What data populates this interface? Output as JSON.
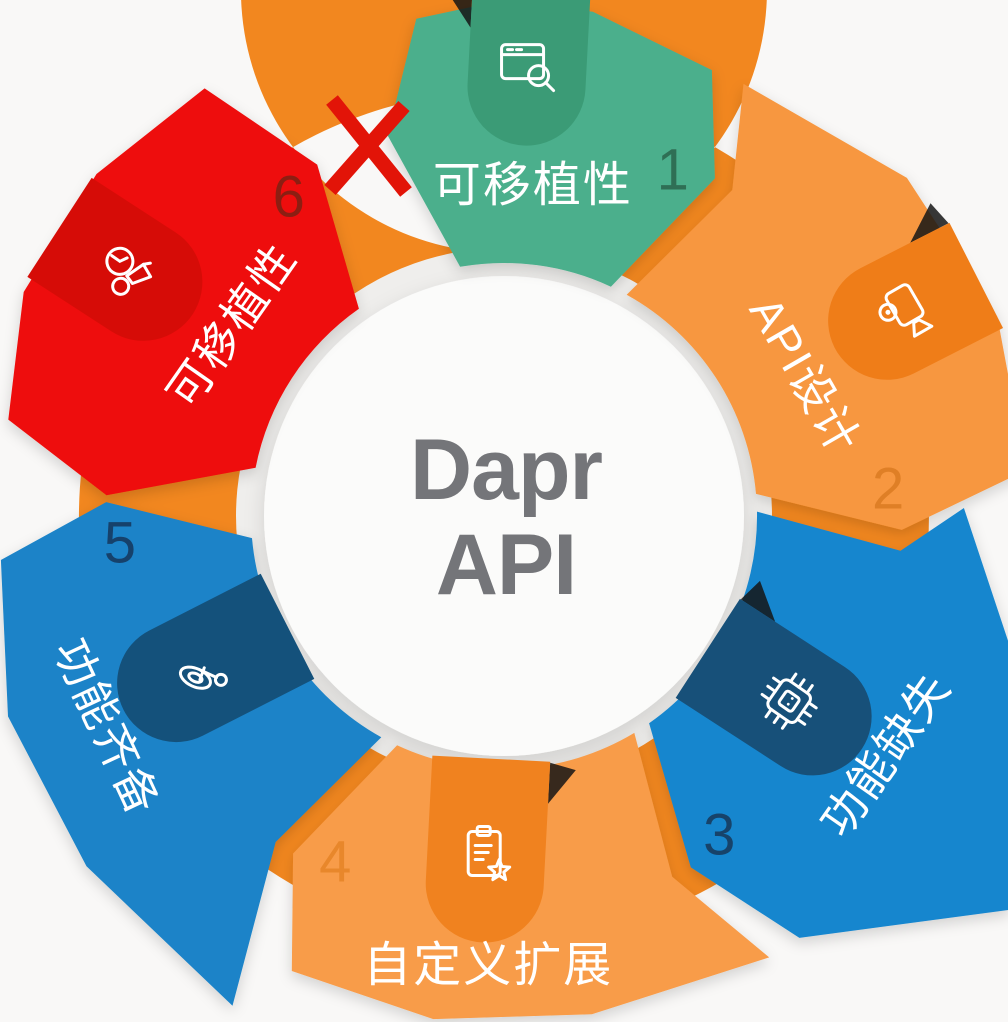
{
  "title": {
    "line1": "Dapr",
    "line2": "API"
  },
  "background_color": "#F9F8F7",
  "ring_color": "#F2871F",
  "center": {
    "circle_color": "#FBFBFA",
    "halo_color": "#EFEEEC",
    "text_color": "#747579"
  },
  "cross_mark": {
    "color": "#E21408",
    "meaning": "crossed-out item between segment 6 and segment 1"
  },
  "segments": [
    {
      "number": "1",
      "label": "可移植性",
      "name": "portability",
      "color": "#4CAF8C",
      "badge_color": "#3B9B76",
      "number_color": "#2F6F55",
      "icon": "browser-search-icon"
    },
    {
      "number": "2",
      "label": "API设计",
      "name": "api-design",
      "color": "#F7973F",
      "badge_color": "#EF7D18",
      "number_color": "#DF7F26",
      "icon": "video-camera-icon"
    },
    {
      "number": "3",
      "label": "功能缺失",
      "name": "missing-features",
      "color": "#1886CE",
      "badge_color": "#175079",
      "number_color": "#17436A",
      "icon": "cpu-chip-icon"
    },
    {
      "number": "4",
      "label": "自定义扩展",
      "name": "custom-extension",
      "color": "#F89C4A",
      "badge_color": "#F0821F",
      "number_color": "#E8872B",
      "icon": "clipboard-star-icon"
    },
    {
      "number": "5",
      "label": "功能齐备",
      "name": "full-features",
      "color": "#1A83C8",
      "badge_color": "#14517B",
      "number_color": "#16416B",
      "icon": "satellite-dish-icon"
    },
    {
      "number": "6",
      "label": "可移植性",
      "name": "portability-crossed",
      "color": "#EE0D09",
      "badge_color": "#D60C07",
      "number_color": "#8C1E12",
      "icon": "announcement-icon"
    }
  ]
}
